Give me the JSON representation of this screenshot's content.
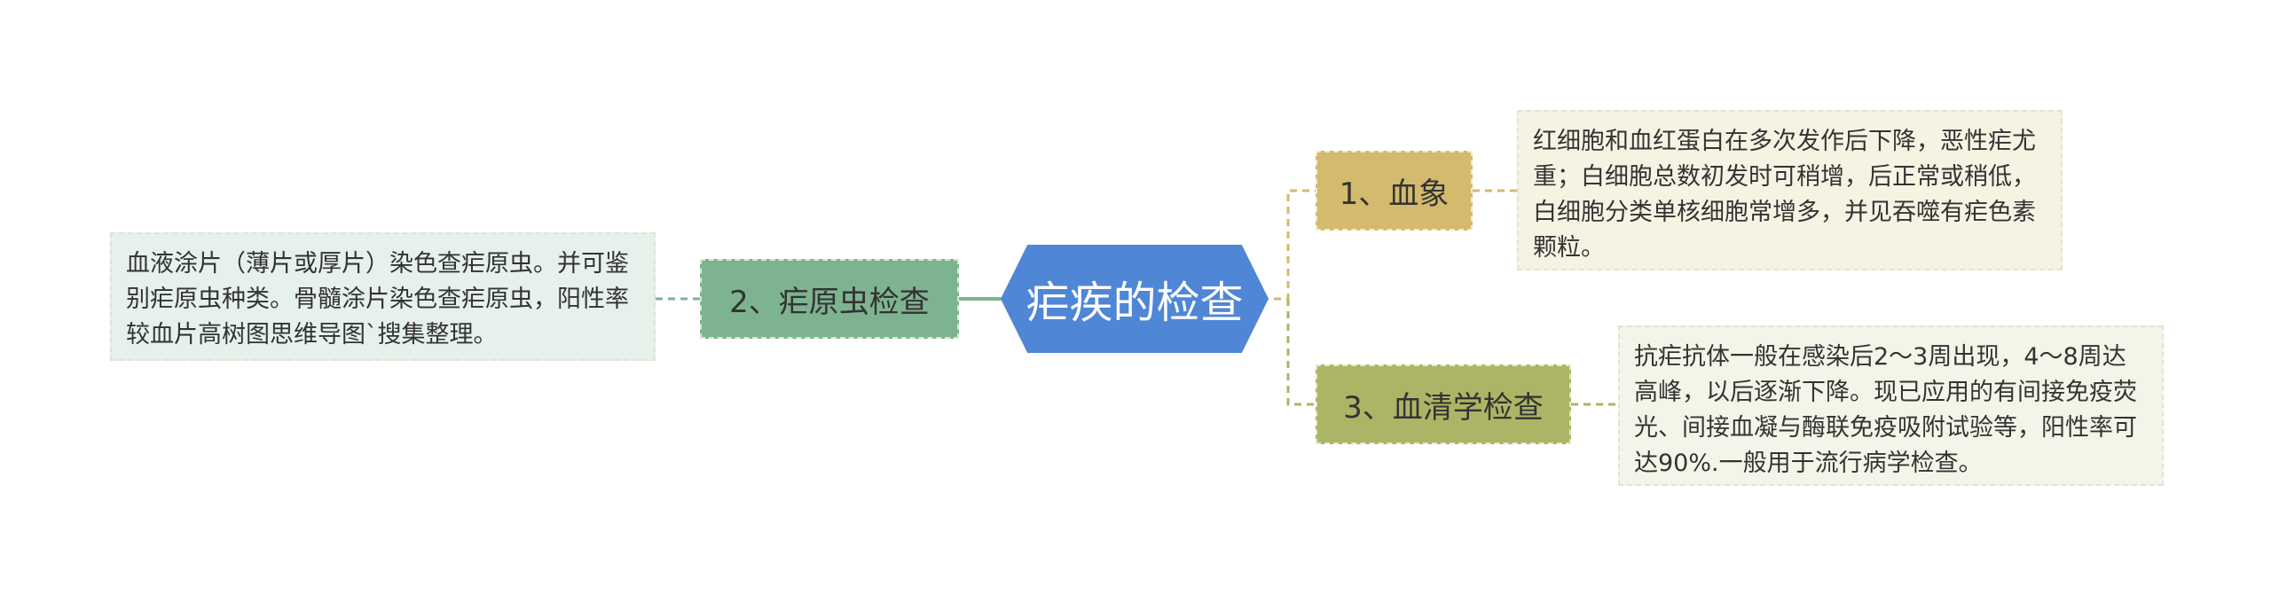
{
  "mindmap": {
    "root": {
      "label": "疟疾的检查"
    },
    "branches": [
      {
        "label": "1、血象",
        "detail": "红细胞和血红蛋白在多次发作后下降，恶性疟尤重；白细胞总数初发时可稍增，后正常或稍低，白细胞分类单核细胞常增多，并见吞噬有疟色素颗粒。"
      },
      {
        "label": "2、疟原虫检查",
        "detail": "血液涂片（薄片或厚片）染色查疟原虫。并可鉴别疟原虫种类。骨髓涂片染色查疟原虫，阳性率较血片高树图思维导图`搜集整理。"
      },
      {
        "label": "3、血清学检查",
        "detail": "抗疟抗体一般在感染后2～3周出现，4～8周达高峰，以后逐渐下降。现已应用的有间接免疫荧光、间接血凝与酶联免疫吸附试验等，阳性率可达90%.一般用于流行病学检查。"
      }
    ]
  },
  "colors": {
    "root": "#4f86d6",
    "branch_1": "#d3ba6c",
    "branch_2": "#7eb38f",
    "branch_3": "#acb565",
    "leaf_1": "#f7f3e3",
    "leaf_2": "#e6f1eb",
    "leaf_3": "#f4f5e8"
  }
}
